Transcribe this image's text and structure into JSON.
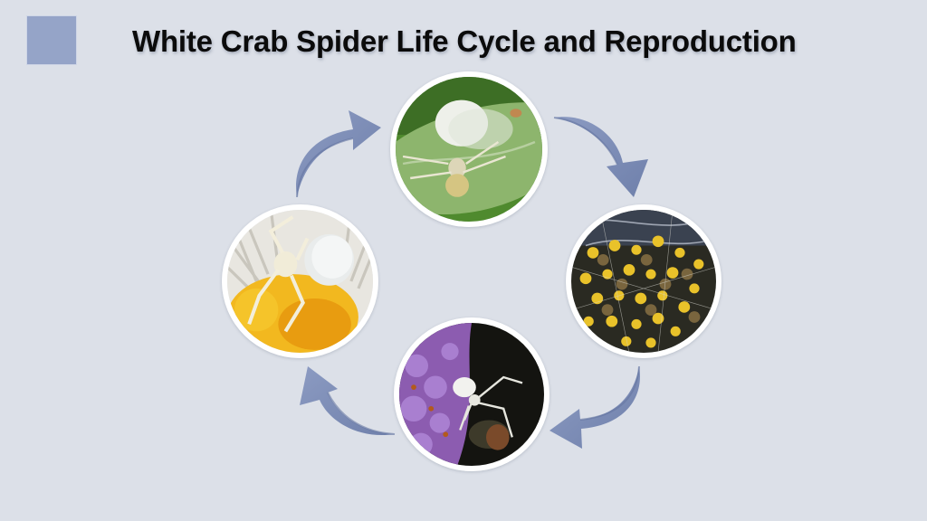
{
  "slide": {
    "title": "White Crab Spider Life Cycle and Reproduction",
    "accent_color": "#95a4c8",
    "background_color": "#dce0e8",
    "arrow_color": "#7d8db5"
  },
  "cycle": {
    "stages": [
      {
        "position": "top",
        "image_alt": "Female crab spider guarding egg sac on leaf"
      },
      {
        "position": "right",
        "image_alt": "Cluster of spiderlings on web"
      },
      {
        "position": "bottom",
        "image_alt": "White crab spider catching beetle on purple flower"
      },
      {
        "position": "left",
        "image_alt": "Adult white crab spider on daisy"
      }
    ],
    "arrows": [
      {
        "from": "left",
        "to": "top"
      },
      {
        "from": "top",
        "to": "right"
      },
      {
        "from": "right",
        "to": "bottom"
      },
      {
        "from": "bottom",
        "to": "left"
      }
    ]
  }
}
